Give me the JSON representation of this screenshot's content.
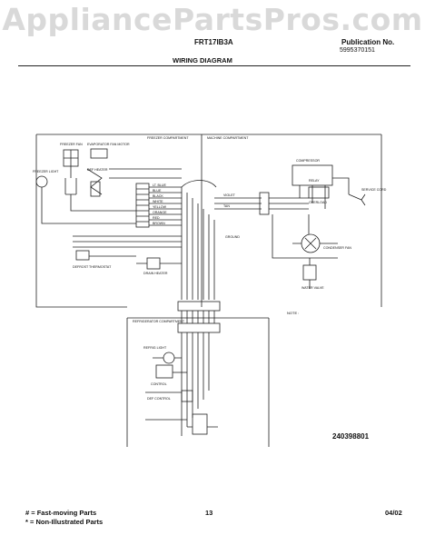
{
  "watermark": "AppliancePartsPros.com",
  "header": {
    "model": "FRT17IB3A",
    "publication_label": "Publication No.",
    "publication_number": "5995370151",
    "title": "WIRING DIAGRAM"
  },
  "diagram": {
    "freezer_compartment": "FREEZER COMPARTMENT",
    "machine_compartment": "MACHINE COMPARTMENT",
    "refrigerator_compartment": "REFRIGERATOR COMPARTMENT",
    "note_label": "NOTE :",
    "code": "240398801",
    "labels": {
      "fan": "FREEZER FAN",
      "evap": "EVAPORATOR FAN MOTOR",
      "defrost_heater": "DEF HEATER",
      "freezer_light": "FREEZER LIGHT",
      "thermostat": "DEFROST THERMOSTAT",
      "drain": "DRAIN HEATER",
      "def_control": "DEF CONTROL",
      "refrig_light": "REFRIG LIGHT",
      "ctrl": "CONTROL",
      "condenser": "CONDENSER FAN",
      "compressor": "COMPRESSOR",
      "service_cord": "SERVICE CORD",
      "valve": "WATER VALVE",
      "ground": "GROUND",
      "relay": "RELAY",
      "overload": "OVERLOAD"
    },
    "wire_colors": {
      "lt_blue": "LT. BLUE",
      "blue": "BLUE",
      "black": "BLACK",
      "white": "WHITE",
      "yellow": "YELLOW",
      "orange": "ORANGE",
      "red": "RED",
      "brown": "BROWN",
      "violet": "VIOLET",
      "tan": "TAN"
    }
  },
  "footer": {
    "legend_1": "# = Fast-moving Parts",
    "legend_2": "* = Non-Illustrated Parts",
    "page_number": "13",
    "date": "04/02"
  }
}
